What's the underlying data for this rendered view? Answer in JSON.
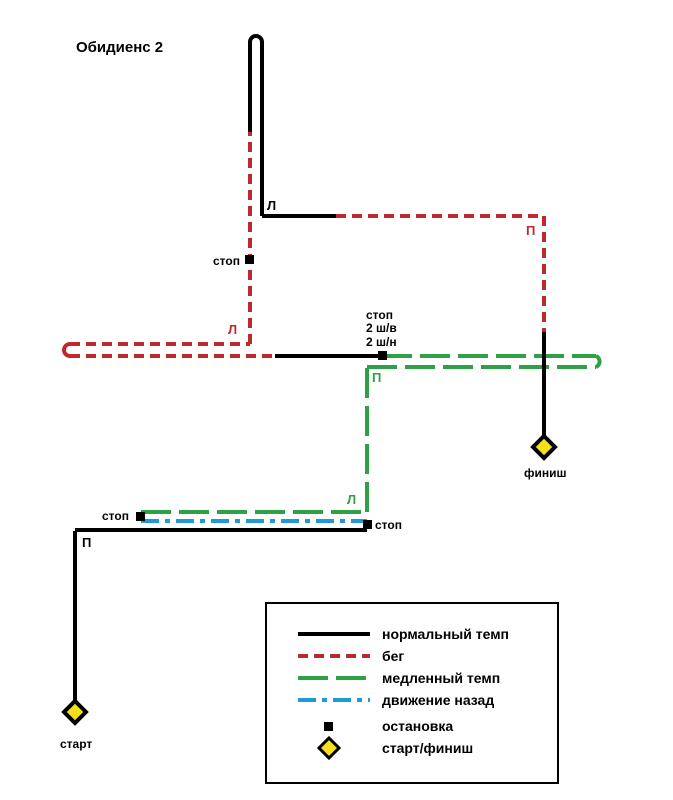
{
  "title": "Обидиенс 2",
  "colors": {
    "normal": "#000000",
    "run": "#c0282d",
    "slow": "#2fa046",
    "back": "#1e9bd7",
    "marker_fill": "#f5e11a"
  },
  "labels": {
    "stop_top": "стоп",
    "stop_center": "стоп",
    "stop_center_note1": "2 ш/в",
    "stop_center_note2": "2 ш/н",
    "stop_lower_left": "стоп",
    "stop_lower_right": "стоп",
    "start": "старт",
    "finish": "финиш"
  },
  "turns": {
    "top_left": "Л",
    "top_right": "П",
    "mid_left": "Л",
    "center_right": "П",
    "lower_left": "Л",
    "bottom_right": "П"
  },
  "legend": {
    "normal": "нормальный темп",
    "run": "бег",
    "slow": "медленный темп",
    "back": "движение назад",
    "stop": "остановка",
    "startfinish": "старт/финиш"
  }
}
